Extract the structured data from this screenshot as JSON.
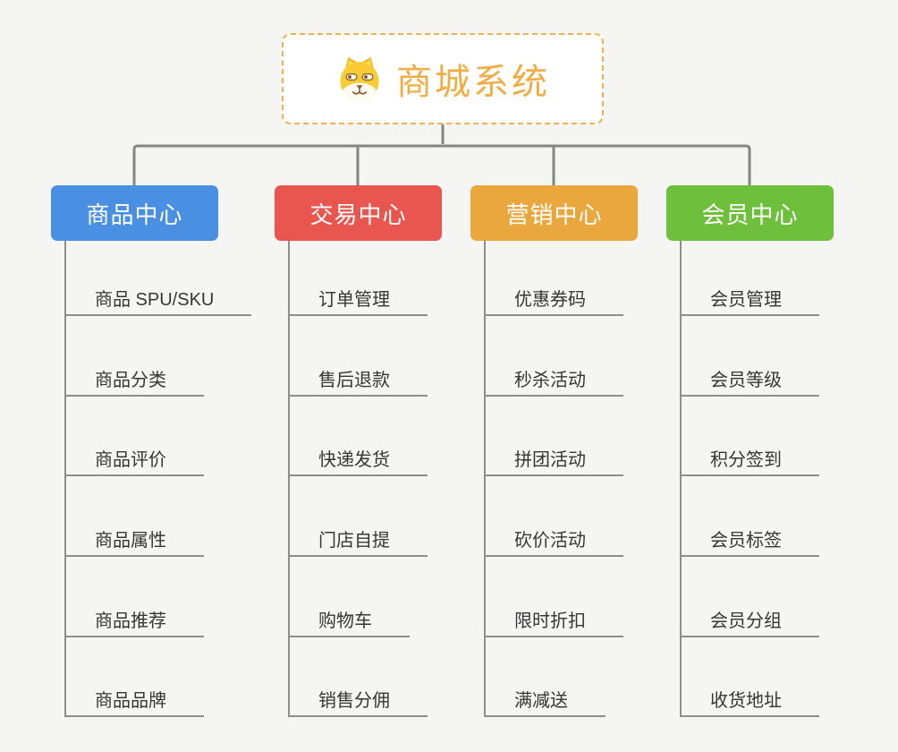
{
  "root": {
    "title": "商城系统",
    "icon": "dog-face-icon"
  },
  "branches": [
    {
      "label": "商品中心",
      "color": "#4a90e2",
      "items": [
        "商品 SPU/SKU",
        "商品分类",
        "商品评价",
        "商品属性",
        "商品推荐",
        "商品品牌"
      ]
    },
    {
      "label": "交易中心",
      "color": "#e8564f",
      "items": [
        "订单管理",
        "售后退款",
        "快递发货",
        "门店自提",
        "购物车",
        "销售分佣"
      ]
    },
    {
      "label": "营销中心",
      "color": "#eaa73e",
      "items": [
        "优惠券码",
        "秒杀活动",
        "拼团活动",
        "砍价活动",
        "限时折扣",
        "满减送"
      ]
    },
    {
      "label": "会员中心",
      "color": "#6ebf3b",
      "items": [
        "会员管理",
        "会员等级",
        "积分签到",
        "会员标签",
        "会员分组",
        "收货地址"
      ]
    }
  ],
  "colors": {
    "background": "#f5f5f4",
    "connector_line": "#858585",
    "branch_line": "#8e8e8e",
    "item_text": "#363636",
    "root_border": "#f4b14b",
    "root_title": "#f0ad43",
    "root_fill": "#ffffff"
  }
}
